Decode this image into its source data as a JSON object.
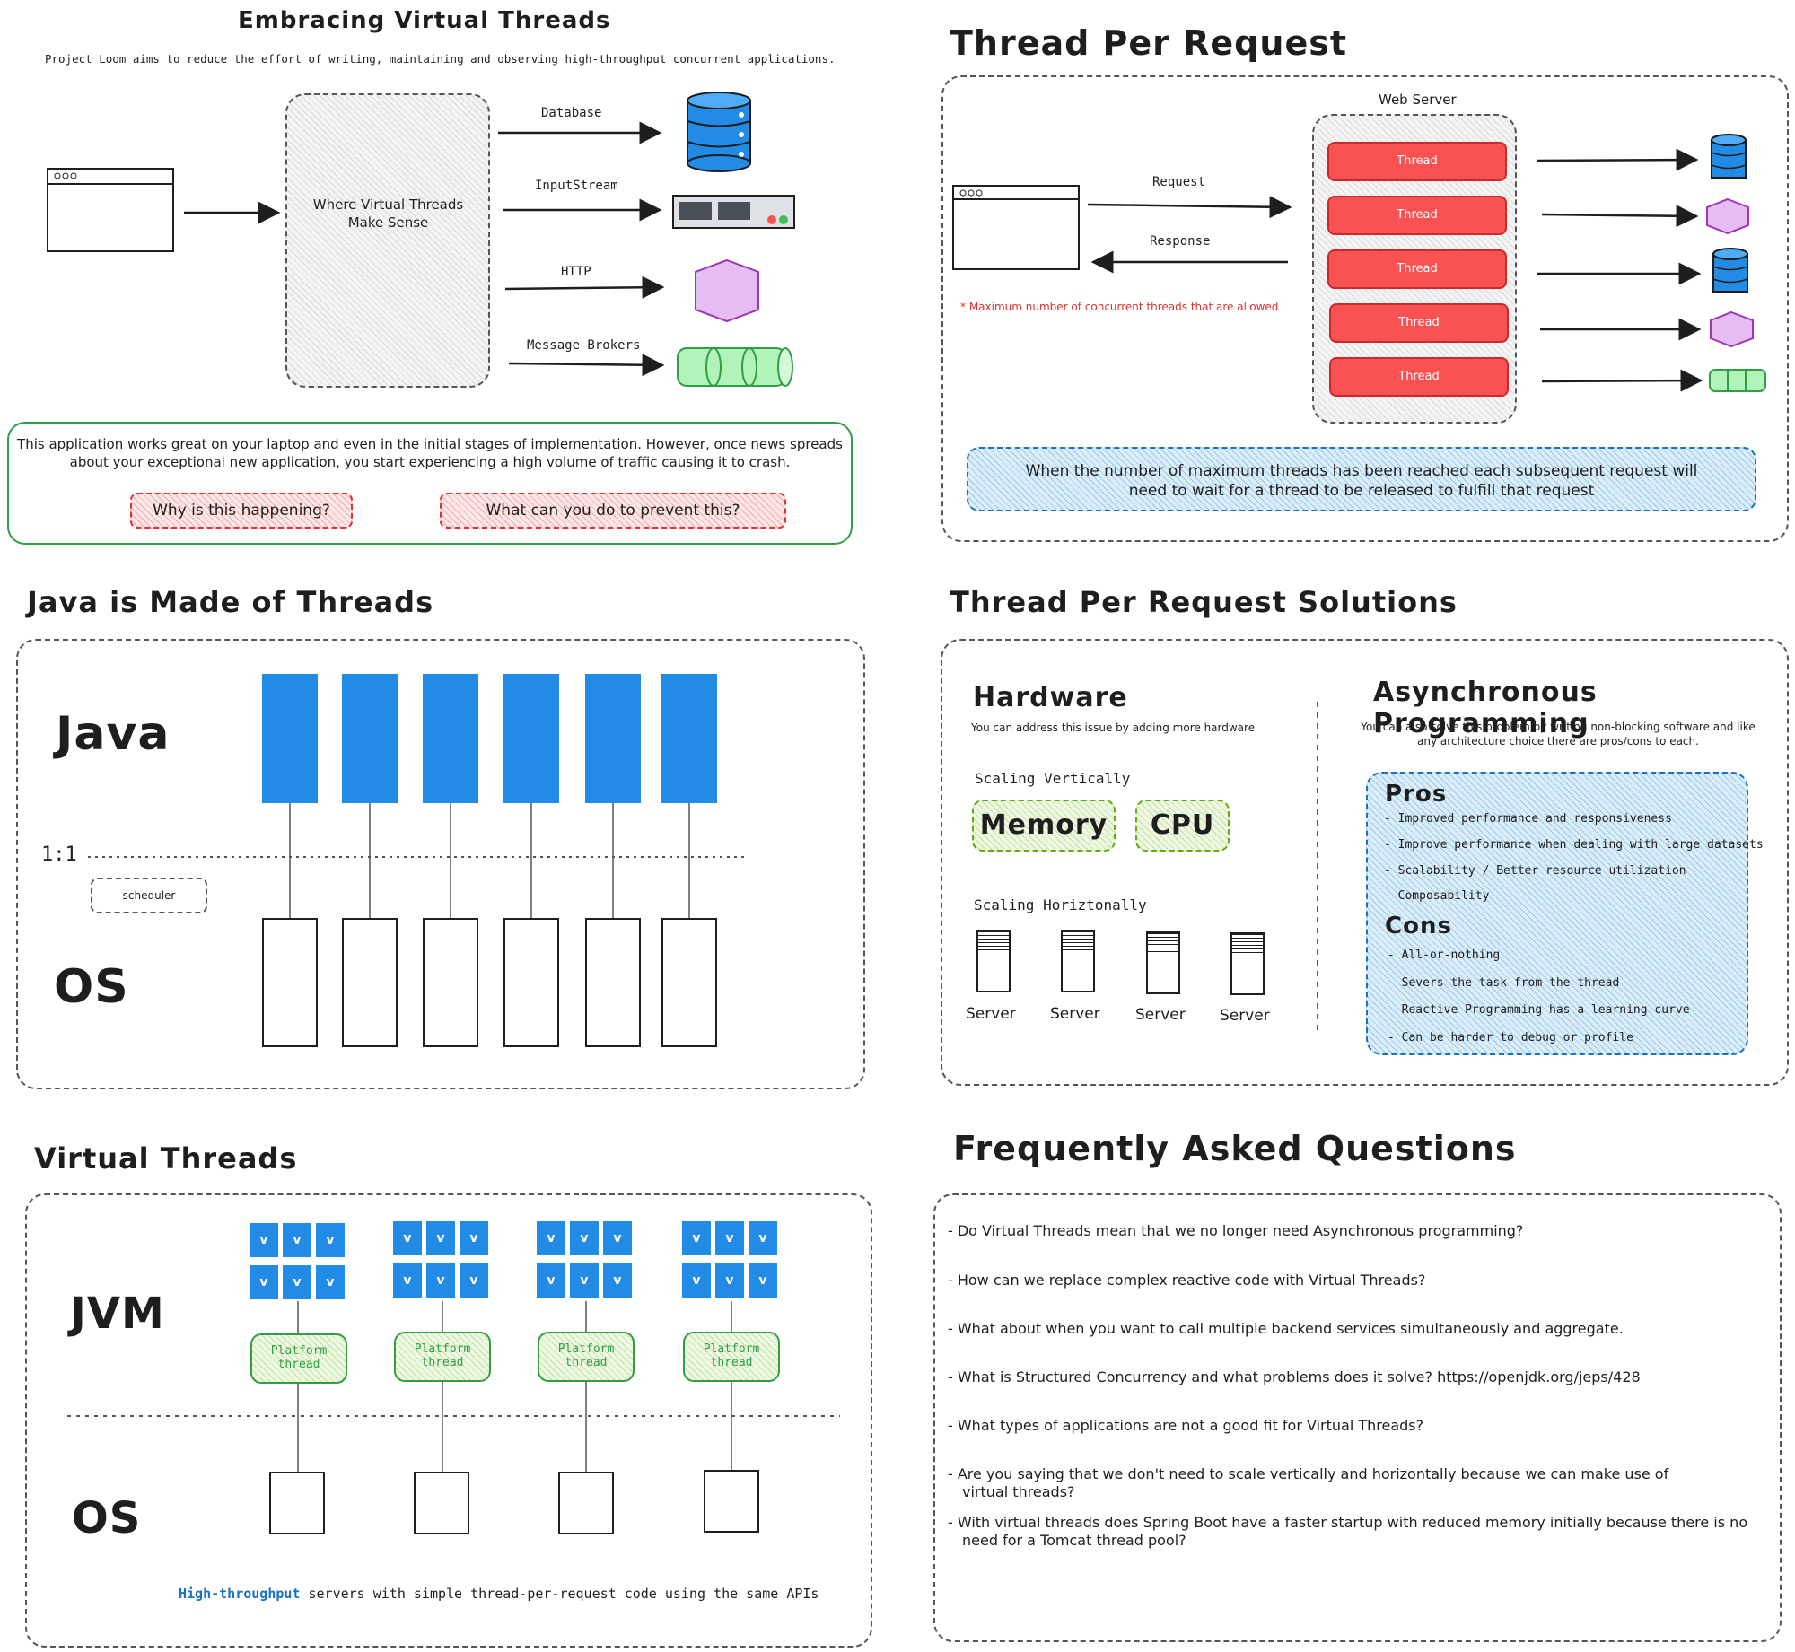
{
  "embracing": {
    "title": "Embracing Virtual Threads",
    "subtitle": "Project Loom aims to reduce the effort of writing, maintaining and observing high-throughput concurrent applications.",
    "center_label": "Where Virtual Threads Make Sense",
    "targets": [
      "Database",
      "InputStream",
      "HTTP",
      "Message Brokers"
    ],
    "note": "This application works great on your laptop and even in the initial stages of implementation. However, once news spreads about your exceptional new application, you start experiencing a  high volume of traffic causing it to crash.",
    "question1": "Why is this happening?",
    "question2": "What can you do to prevent this?"
  },
  "tpr": {
    "title": "Thread Per Request",
    "server_label": "Web Server",
    "request": "Request",
    "response": "Response",
    "max_note": "* Maximum number of concurrent threads that are allowed",
    "threads": [
      "Thread",
      "Thread",
      "Thread",
      "Thread",
      "Thread"
    ],
    "wait_note": "When the number of maximum threads has been reached each subsequent request will need to wait for a thread to be released to fulfill that request"
  },
  "java": {
    "title": "Java is Made of Threads",
    "java_label": "Java",
    "os_label": "OS",
    "ratio": "1:1",
    "scheduler": "scheduler"
  },
  "solutions": {
    "title": "Thread Per Request Solutions",
    "hardware_title": "Hardware",
    "hardware_sub": "You can address this issue by adding more hardware",
    "scaling_v": "Scaling Vertically",
    "memory": "Memory",
    "cpu": "CPU",
    "scaling_h": "Scaling Horiztonally",
    "servers": [
      "Server",
      "Server",
      "Server",
      "Server"
    ],
    "async_title": "Asynchronous Programming",
    "async_sub": "You can also solve this problem by writing non-blocking software and like any architecture choice there are pros/cons to each.",
    "pros_title": "Pros",
    "pros": [
      "- Improved performance and responsiveness",
      "- Improve performance when dealing with large datasets",
      "- Scalability / Better resource utilization",
      "- Composability"
    ],
    "cons_title": "Cons",
    "cons": [
      "- All-or-nothing",
      "- Severs the task from the thread",
      "- Reactive Programming has a learning curve",
      "- Can be harder to debug or profile"
    ]
  },
  "virtual": {
    "title": "Virtual Threads",
    "jvm_label": "JVM",
    "os_label": "OS",
    "v": "v",
    "platform": "Platform thread",
    "footer_highlight": "High-throughput",
    "footer_rest": " servers with simple thread-per-request code using the same APIs"
  },
  "faq": {
    "title": "Frequently Asked Questions",
    "q1": "- Do Virtual Threads mean that we no longer need Asynchronous programming?",
    "q2": "- How can we replace complex reactive code with Virtual Threads?",
    "q3": "- What about when you want to call multiple backend services simultaneously and aggregate.",
    "q4": "- What is Structured Concurrency and what problems does it solve? https://openjdk.org/jeps/428",
    "q5": "- What types of applications are not a good fit for Virtual Threads?",
    "q6a": "- Are you saying that we don't need to scale vertically and horizontally because we can make use of",
    "q6b": "virtual threads?",
    "q7a": "- With virtual threads does Spring Boot have a faster startup with reduced memory initially because there is no",
    "q7b": "need for a Tomcat thread pool?"
  },
  "colors": {
    "blue": "#228be6",
    "red": "#fa5252",
    "green": "#2f9e44",
    "purple": "#be4bdb"
  }
}
